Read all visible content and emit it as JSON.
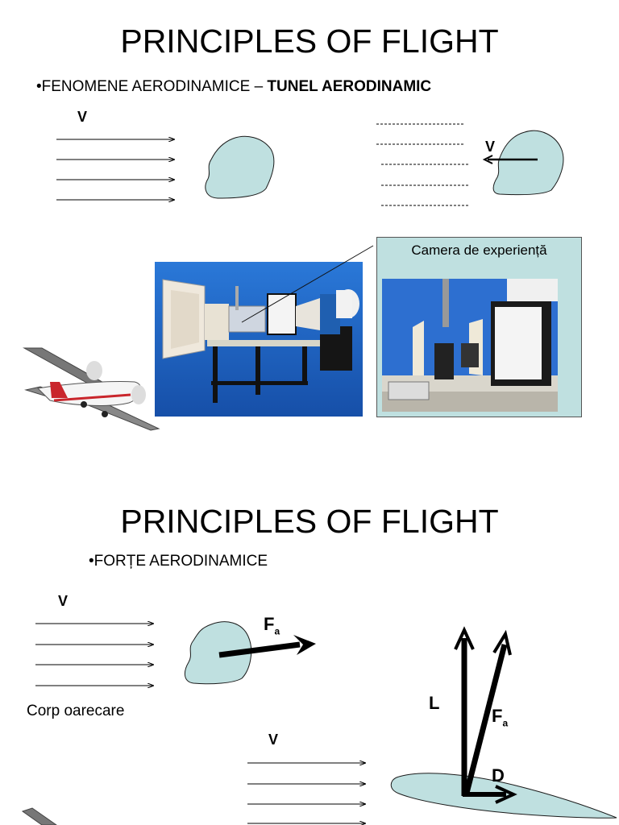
{
  "slide1": {
    "title": "PRINCIPLES OF FLIGHT",
    "bullet_prefix": "•FENOMENE AERODINAMICE – ",
    "bullet_bold": "TUNEL AERODINAMIC",
    "v_label_left": "V",
    "v_label_right": "V",
    "photo_caption": "Camera de experiență"
  },
  "slide2": {
    "title": "PRINCIPLES OF FLIGHT",
    "bullet": "•FORȚE AERODINAMICE",
    "v_label_top": "V",
    "v_label_bottom": "V",
    "fa_label": "F",
    "fa_sub": "a",
    "body_caption": "Corp oarecare",
    "lift_label": "L",
    "fa2_label": "F",
    "fa2_sub": "a",
    "drag_label": "D"
  },
  "colors": {
    "body_fill": "#bfe0e0",
    "tunnel_bg": "#1e63c8",
    "stroke": "#1a1a1a"
  }
}
